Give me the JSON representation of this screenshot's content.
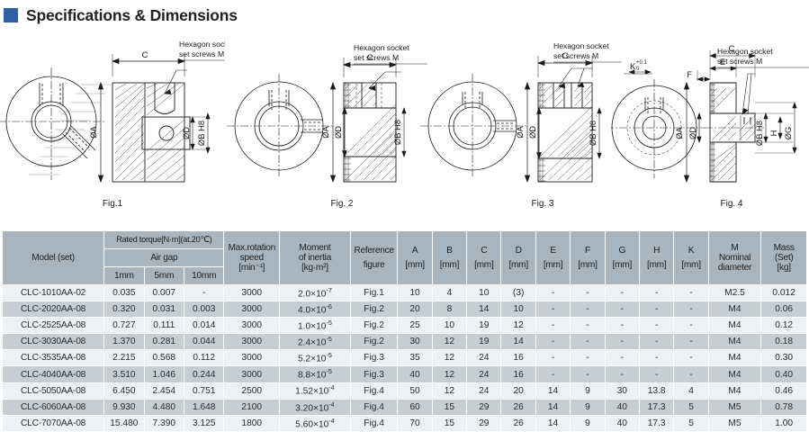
{
  "header": {
    "title": "Specifications & Dimensions",
    "accent_color": "#2e5fa3"
  },
  "figures": [
    {
      "caption": "Fig.1",
      "note": "Hexagon socket set screws M",
      "dimension_labels": [
        "C",
        "ØA",
        "ØD",
        "ØB H8"
      ]
    },
    {
      "caption": "Fig. 2",
      "note": "Hexagon socket set screws M",
      "dimension_labels": [
        "C",
        "ØA",
        "ØD",
        "ØB H8"
      ]
    },
    {
      "caption": "Fig. 3",
      "note": "Hexagon socket set screws M",
      "dimension_labels": [
        "C",
        "ØA",
        "ØD",
        "ØB H8"
      ]
    },
    {
      "caption": "Fig. 4",
      "note": "Hexagon socket set screws M",
      "dimension_labels": [
        "C",
        "E",
        "F",
        "K",
        "ØA",
        "ØD",
        "ØB H8",
        "H",
        "ØG"
      ],
      "k_tolerance_upper": "+0.1",
      "k_tolerance_lower": "0"
    }
  ],
  "table": {
    "headers": {
      "model": "Model (set)",
      "rated_torque": "Rated torque[N·m](at.20℃)",
      "air_gap": "Air gap",
      "gap_1mm": "1mm",
      "gap_5mm": "5mm",
      "gap_10mm": "10mm",
      "max_speed_l1": "Max.rotation",
      "max_speed_l2": "speed",
      "max_speed_l3": "[min⁻¹]",
      "inertia_l1": "Moment",
      "inertia_l2": "of inertia",
      "inertia_l3": "[kg·m²]",
      "reference_l1": "Reference",
      "reference_l2": "figure",
      "dim_unit": "[mm]",
      "A": "A",
      "B": "B",
      "C": "C",
      "D": "D",
      "E": "E",
      "F": "F",
      "G": "G",
      "H": "H",
      "K": "K",
      "M_l1": "M",
      "M_l2": "Nominal",
      "M_l3": "diameter",
      "mass_l1": "Mass",
      "mass_l2": "(Set)",
      "mass_l3": "[kg]"
    },
    "rows": [
      {
        "model": "CLC-1010AA-02",
        "t1": "0.035",
        "t5": "0.007",
        "t10": "-",
        "speed": "3000",
        "inertia_mantissa": "2.0×10",
        "inertia_exp": "-7",
        "ref": "Fig.1",
        "A": "10",
        "B": "4",
        "C": "10",
        "D": "(3)",
        "E": "-",
        "F": "-",
        "G": "-",
        "H": "-",
        "K": "-",
        "M": "M2.5",
        "mass": "0.012"
      },
      {
        "model": "CLC-2020AA-08",
        "t1": "0.320",
        "t5": "0.031",
        "t10": "0.003",
        "speed": "3000",
        "inertia_mantissa": "4.0×10",
        "inertia_exp": "-6",
        "ref": "Fig.2",
        "A": "20",
        "B": "8",
        "C": "14",
        "D": "10",
        "E": "-",
        "F": "-",
        "G": "-",
        "H": "-",
        "K": "-",
        "M": "M4",
        "mass": "0.06"
      },
      {
        "model": "CLC-2525AA-08",
        "t1": "0.727",
        "t5": "0.111",
        "t10": "0.014",
        "speed": "3000",
        "inertia_mantissa": "1.0×10",
        "inertia_exp": "-5",
        "ref": "Fig.2",
        "A": "25",
        "B": "10",
        "C": "19",
        "D": "12",
        "E": "-",
        "F": "-",
        "G": "-",
        "H": "-",
        "K": "-",
        "M": "M4",
        "mass": "0.12"
      },
      {
        "model": "CLC-3030AA-08",
        "t1": "1.370",
        "t5": "0.281",
        "t10": "0.044",
        "speed": "3000",
        "inertia_mantissa": "2.4×10",
        "inertia_exp": "-5",
        "ref": "Fig.2",
        "A": "30",
        "B": "12",
        "C": "19",
        "D": "14",
        "E": "-",
        "F": "-",
        "G": "-",
        "H": "-",
        "K": "-",
        "M": "M4",
        "mass": "0.18"
      },
      {
        "model": "CLC-3535AA-08",
        "t1": "2.215",
        "t5": "0.568",
        "t10": "0.112",
        "speed": "3000",
        "inertia_mantissa": "5.2×10",
        "inertia_exp": "-5",
        "ref": "Fig.3",
        "A": "35",
        "B": "12",
        "C": "24",
        "D": "16",
        "E": "-",
        "F": "-",
        "G": "-",
        "H": "-",
        "K": "-",
        "M": "M4",
        "mass": "0.30"
      },
      {
        "model": "CLC-4040AA-08",
        "t1": "3.510",
        "t5": "1.046",
        "t10": "0.244",
        "speed": "3000",
        "inertia_mantissa": "8.8×10",
        "inertia_exp": "-5",
        "ref": "Fig.3",
        "A": "40",
        "B": "12",
        "C": "24",
        "D": "16",
        "E": "-",
        "F": "-",
        "G": "-",
        "H": "-",
        "K": "-",
        "M": "M4",
        "mass": "0.40"
      },
      {
        "model": "CLC-5050AA-08",
        "t1": "6.450",
        "t5": "2.454",
        "t10": "0.751",
        "speed": "2500",
        "inertia_mantissa": "1.52×10",
        "inertia_exp": "-4",
        "ref": "Fig.4",
        "A": "50",
        "B": "12",
        "C": "24",
        "D": "20",
        "E": "14",
        "F": "9",
        "G": "30",
        "H": "13.8",
        "K": "4",
        "M": "M4",
        "mass": "0.46"
      },
      {
        "model": "CLC-6060AA-08",
        "t1": "9.930",
        "t5": "4.480",
        "t10": "1.648",
        "speed": "2100",
        "inertia_mantissa": "3.20×10",
        "inertia_exp": "-4",
        "ref": "Fig.4",
        "A": "60",
        "B": "15",
        "C": "29",
        "D": "26",
        "E": "14",
        "F": "9",
        "G": "40",
        "H": "17.3",
        "K": "5",
        "M": "M5",
        "mass": "0.78"
      },
      {
        "model": "CLC-7070AA-08",
        "t1": "15.480",
        "t5": "7.390",
        "t10": "3.125",
        "speed": "1800",
        "inertia_mantissa": "5.60×10",
        "inertia_exp": "-4",
        "ref": "Fig.4",
        "A": "70",
        "B": "15",
        "C": "29",
        "D": "26",
        "E": "14",
        "F": "9",
        "G": "40",
        "H": "17.3",
        "K": "5",
        "M": "M5",
        "mass": "1.00"
      }
    ]
  }
}
